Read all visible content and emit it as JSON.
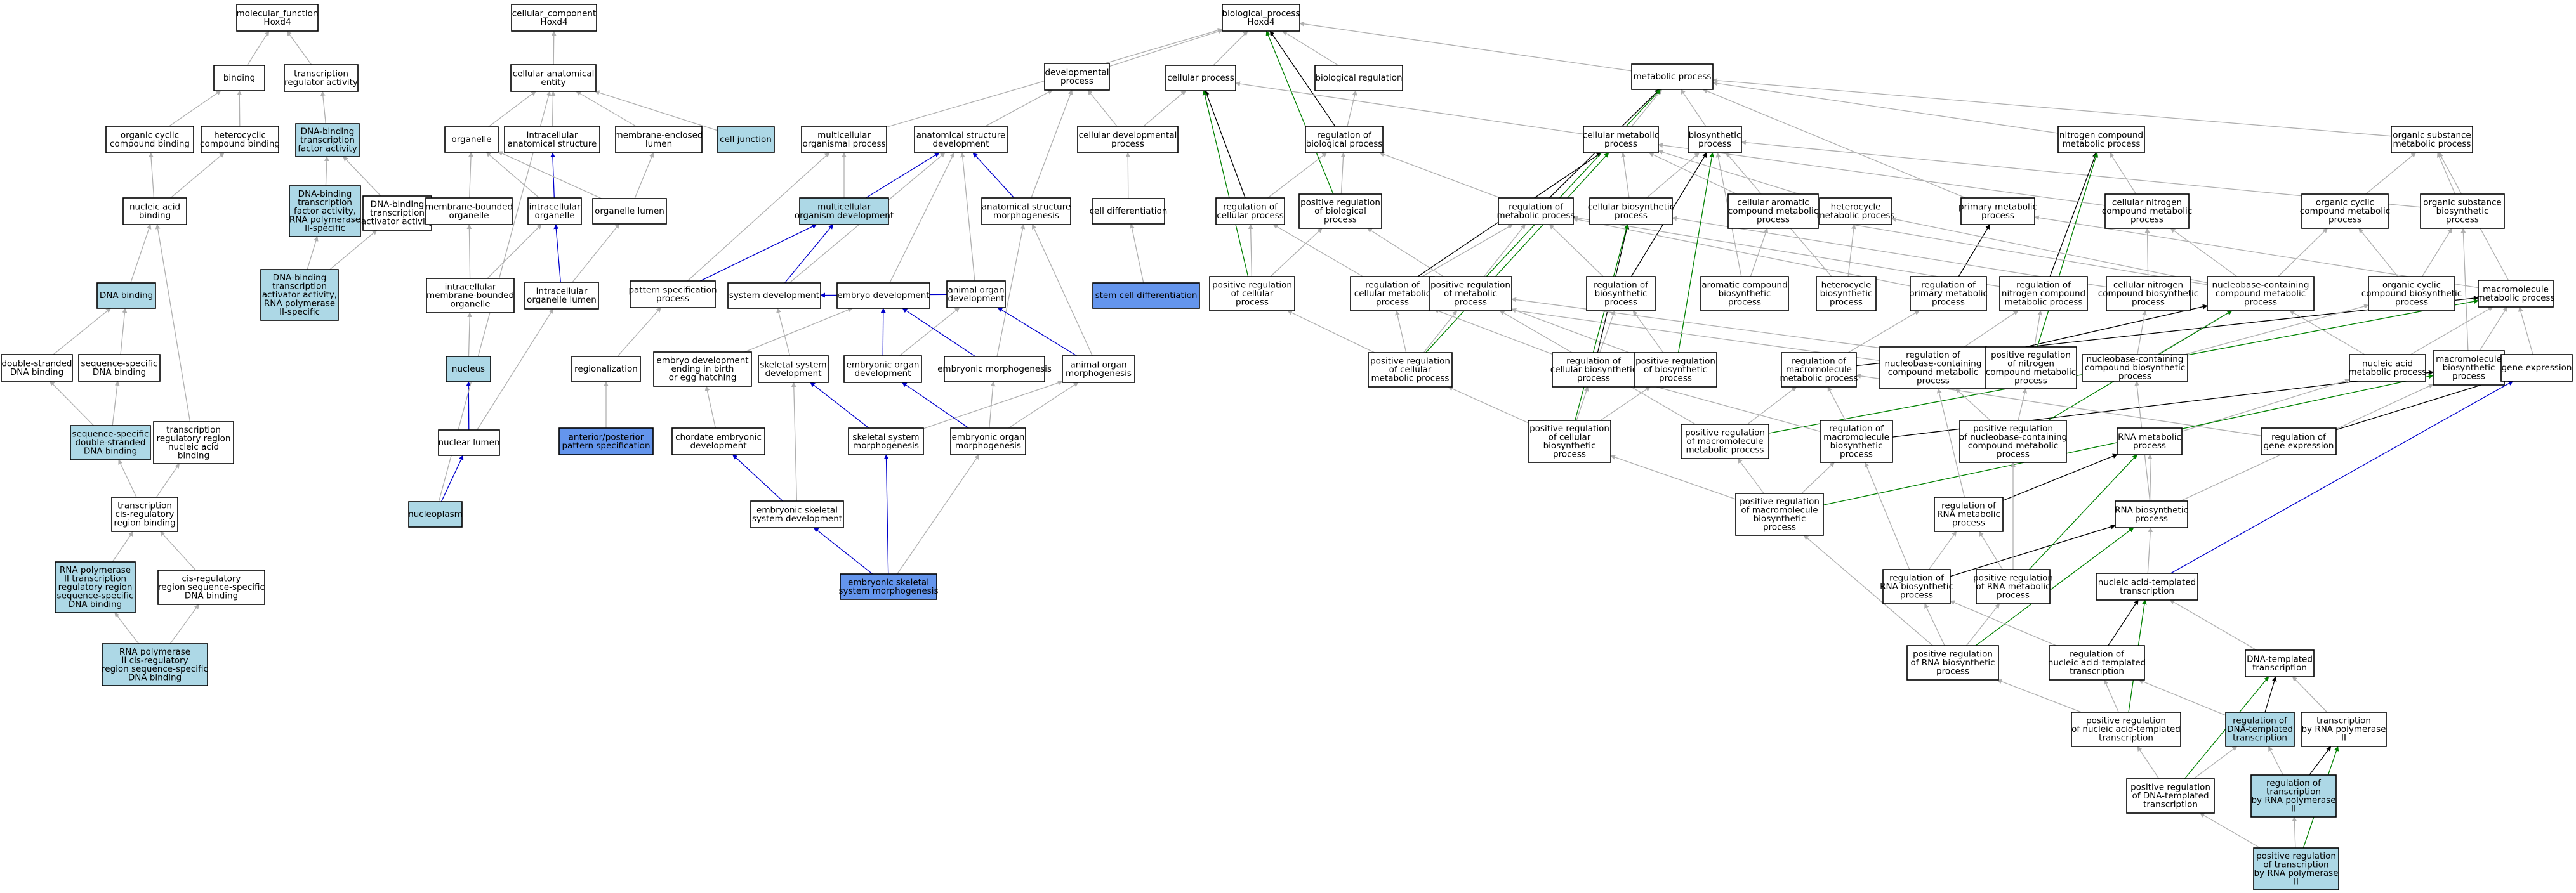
{
  "colors": {
    "default_fill": "#ffffff",
    "light_fill": "#add8e6",
    "dark_fill": "#6495ed",
    "is_a": "#b0b0b0",
    "part_of": "#0000cc",
    "regulates": "#000000",
    "positively_regulates": "#008000"
  },
  "nodes": [
    {
      "id": "n1",
      "lines": [
        "molecular_function",
        "Hoxd4"
      ],
      "fill": "default"
    },
    {
      "id": "n2",
      "lines": [
        "binding"
      ],
      "fill": "default"
    },
    {
      "id": "n3",
      "lines": [
        "transcription",
        "regulator activity"
      ],
      "fill": "default"
    },
    {
      "id": "n4",
      "lines": [
        "organic cyclic",
        "compound binding"
      ],
      "fill": "default"
    },
    {
      "id": "n5",
      "lines": [
        "heterocyclic",
        "compound binding"
      ],
      "fill": "default"
    },
    {
      "id": "n6",
      "lines": [
        "DNA-binding",
        "transcription",
        "factor activity"
      ],
      "fill": "light"
    },
    {
      "id": "n7",
      "lines": [
        "nucleic acid",
        "binding"
      ],
      "fill": "default"
    },
    {
      "id": "n8",
      "lines": [
        "DNA-binding",
        "transcription",
        "factor activity,",
        "RNA polymerase",
        "II-specific"
      ],
      "fill": "light"
    },
    {
      "id": "n9",
      "lines": [
        "DNA-binding",
        "transcription",
        "activator activity"
      ],
      "fill": "default"
    },
    {
      "id": "n10",
      "lines": [
        "DNA-binding",
        "transcription",
        "activator activity,",
        "RNA polymerase",
        "II-specific"
      ],
      "fill": "light"
    },
    {
      "id": "n11",
      "lines": [
        "DNA binding"
      ],
      "fill": "light"
    },
    {
      "id": "n12",
      "lines": [
        "double-stranded",
        "DNA binding"
      ],
      "fill": "default"
    },
    {
      "id": "n13",
      "lines": [
        "sequence-specific",
        "DNA binding"
      ],
      "fill": "default"
    },
    {
      "id": "n14",
      "lines": [
        "sequence-specific",
        "double-stranded",
        "DNA binding"
      ],
      "fill": "light"
    },
    {
      "id": "n15",
      "lines": [
        "transcription",
        "regulatory region",
        "nucleic acid",
        "binding"
      ],
      "fill": "default"
    },
    {
      "id": "n16",
      "lines": [
        "transcription",
        "cis-regulatory",
        "region binding"
      ],
      "fill": "default"
    },
    {
      "id": "n17",
      "lines": [
        "RNA polymerase",
        "II transcription",
        "regulatory region",
        "sequence-specific",
        "DNA binding"
      ],
      "fill": "light"
    },
    {
      "id": "n18",
      "lines": [
        "cis-regulatory",
        "region sequence-specific",
        "DNA binding"
      ],
      "fill": "default"
    },
    {
      "id": "n19",
      "lines": [
        "RNA polymerase",
        "II cis-regulatory",
        "region sequence-specific",
        "DNA binding"
      ],
      "fill": "light"
    },
    {
      "id": "c1",
      "lines": [
        "cellular_component",
        "Hoxd4"
      ],
      "fill": "default"
    },
    {
      "id": "c2",
      "lines": [
        "cellular anatomical",
        "entity"
      ],
      "fill": "default"
    },
    {
      "id": "c3",
      "lines": [
        "organelle"
      ],
      "fill": "default"
    },
    {
      "id": "c4",
      "lines": [
        "intracellular",
        "anatomical structure"
      ],
      "fill": "default"
    },
    {
      "id": "c5",
      "lines": [
        "membrane-enclosed",
        "lumen"
      ],
      "fill": "default"
    },
    {
      "id": "c6",
      "lines": [
        "cell junction"
      ],
      "fill": "light"
    },
    {
      "id": "c7",
      "lines": [
        "membrane-bounded",
        "organelle"
      ],
      "fill": "default"
    },
    {
      "id": "c8",
      "lines": [
        "intracellular",
        "organelle"
      ],
      "fill": "default"
    },
    {
      "id": "c9",
      "lines": [
        "organelle lumen"
      ],
      "fill": "default"
    },
    {
      "id": "c10",
      "lines": [
        "intracellular",
        "membrane-bounded",
        "organelle"
      ],
      "fill": "default"
    },
    {
      "id": "c11",
      "lines": [
        "intracellular",
        "organelle lumen"
      ],
      "fill": "default"
    },
    {
      "id": "c12",
      "lines": [
        "nucleus"
      ],
      "fill": "light"
    },
    {
      "id": "c13",
      "lines": [
        "nuclear lumen"
      ],
      "fill": "default"
    },
    {
      "id": "c14",
      "lines": [
        "nucleoplasm"
      ],
      "fill": "light"
    },
    {
      "id": "b1",
      "lines": [
        "biological_process",
        "Hoxd4"
      ],
      "fill": "default"
    },
    {
      "id": "b2",
      "lines": [
        "developmental",
        "process"
      ],
      "fill": "default"
    },
    {
      "id": "b3",
      "lines": [
        "cellular process"
      ],
      "fill": "default"
    },
    {
      "id": "b4",
      "lines": [
        "biological regulation"
      ],
      "fill": "default"
    },
    {
      "id": "b5",
      "lines": [
        "metabolic process"
      ],
      "fill": "default"
    },
    {
      "id": "b6",
      "lines": [
        "multicellular",
        "organismal process"
      ],
      "fill": "default"
    },
    {
      "id": "b7",
      "lines": [
        "anatomical structure",
        "development"
      ],
      "fill": "default"
    },
    {
      "id": "b8",
      "lines": [
        "cellular developmental",
        "process"
      ],
      "fill": "default"
    },
    {
      "id": "b9",
      "lines": [
        "regulation of",
        "biological process"
      ],
      "fill": "default"
    },
    {
      "id": "b10",
      "lines": [
        "cellular metabolic",
        "process"
      ],
      "fill": "default"
    },
    {
      "id": "b11",
      "lines": [
        "biosynthetic",
        "process"
      ],
      "fill": "default"
    },
    {
      "id": "b12",
      "lines": [
        "nitrogen compound",
        "metabolic process"
      ],
      "fill": "default"
    },
    {
      "id": "b13",
      "lines": [
        "organic substance",
        "metabolic process"
      ],
      "fill": "default"
    },
    {
      "id": "b14",
      "lines": [
        "multicellular",
        "organism development"
      ],
      "fill": "light"
    },
    {
      "id": "b15",
      "lines": [
        "anatomical structure",
        "morphogenesis"
      ],
      "fill": "default"
    },
    {
      "id": "b16",
      "lines": [
        "cell differentiation"
      ],
      "fill": "default"
    },
    {
      "id": "b17",
      "lines": [
        "regulation of",
        "cellular process"
      ],
      "fill": "default"
    },
    {
      "id": "b18",
      "lines": [
        "positive regulation",
        "of biological",
        "process"
      ],
      "fill": "default"
    },
    {
      "id": "b19",
      "lines": [
        "regulation of",
        "metabolic process"
      ],
      "fill": "default"
    },
    {
      "id": "b20",
      "lines": [
        "cellular biosynthetic",
        "process"
      ],
      "fill": "default"
    },
    {
      "id": "b21",
      "lines": [
        "cellular aromatic",
        "compound metabolic",
        "process"
      ],
      "fill": "default"
    },
    {
      "id": "b22",
      "lines": [
        "heterocycle",
        "metabolic process"
      ],
      "fill": "default"
    },
    {
      "id": "b23",
      "lines": [
        "primary metabolic",
        "process"
      ],
      "fill": "default"
    },
    {
      "id": "b24",
      "lines": [
        "cellular nitrogen",
        "compound metabolic",
        "process"
      ],
      "fill": "default"
    },
    {
      "id": "b25",
      "lines": [
        "organic cyclic",
        "compound metabolic",
        "process"
      ],
      "fill": "default"
    },
    {
      "id": "b26",
      "lines": [
        "organic substance",
        "biosynthetic",
        "process"
      ],
      "fill": "default"
    },
    {
      "id": "b27",
      "lines": [
        "pattern specification",
        "process"
      ],
      "fill": "default"
    },
    {
      "id": "b28",
      "lines": [
        "system development"
      ],
      "fill": "default"
    },
    {
      "id": "b29",
      "lines": [
        "embryo development"
      ],
      "fill": "default"
    },
    {
      "id": "b30",
      "lines": [
        "animal organ",
        "development"
      ],
      "fill": "default"
    },
    {
      "id": "b31",
      "lines": [
        "stem cell differentiation"
      ],
      "fill": "dark"
    },
    {
      "id": "b32",
      "lines": [
        "positive regulation",
        "of cellular",
        "process"
      ],
      "fill": "default"
    },
    {
      "id": "b33",
      "lines": [
        "regulation of",
        "cellular metabolic",
        "process"
      ],
      "fill": "default"
    },
    {
      "id": "b34",
      "lines": [
        "positive regulation",
        "of metabolic",
        "process"
      ],
      "fill": "default"
    },
    {
      "id": "b35",
      "lines": [
        "regulation of",
        "biosynthetic",
        "process"
      ],
      "fill": "default"
    },
    {
      "id": "b36",
      "lines": [
        "aromatic compound",
        "biosynthetic",
        "process"
      ],
      "fill": "default"
    },
    {
      "id": "b37",
      "lines": [
        "heterocycle",
        "biosynthetic",
        "process"
      ],
      "fill": "default"
    },
    {
      "id": "b38",
      "lines": [
        "regulation of",
        "primary metabolic",
        "process"
      ],
      "fill": "default"
    },
    {
      "id": "b39",
      "lines": [
        "regulation of",
        "nitrogen compound",
        "metabolic process"
      ],
      "fill": "default"
    },
    {
      "id": "b40",
      "lines": [
        "cellular nitrogen",
        "compound biosynthetic",
        "process"
      ],
      "fill": "default"
    },
    {
      "id": "b41",
      "lines": [
        "nucleobase-containing",
        "compound metabolic",
        "process"
      ],
      "fill": "default"
    },
    {
      "id": "b42",
      "lines": [
        "organic cyclic",
        "compound biosynthetic",
        "process"
      ],
      "fill": "default"
    },
    {
      "id": "b43",
      "lines": [
        "macromolecule",
        "metabolic process"
      ],
      "fill": "default"
    },
    {
      "id": "b44",
      "lines": [
        "regionalization"
      ],
      "fill": "default"
    },
    {
      "id": "b45",
      "lines": [
        "embryo development",
        "ending in birth",
        "or egg hatching"
      ],
      "fill": "default"
    },
    {
      "id": "b46",
      "lines": [
        "skeletal system",
        "development"
      ],
      "fill": "default"
    },
    {
      "id": "b47",
      "lines": [
        "embryonic organ",
        "development"
      ],
      "fill": "default"
    },
    {
      "id": "b48",
      "lines": [
        "embryonic morphogenesis"
      ],
      "fill": "default"
    },
    {
      "id": "b49",
      "lines": [
        "animal organ",
        "morphogenesis"
      ],
      "fill": "default"
    },
    {
      "id": "b50",
      "lines": [
        "positive regulation",
        "of cellular",
        "metabolic process"
      ],
      "fill": "default"
    },
    {
      "id": "b51",
      "lines": [
        "regulation of",
        "cellular biosynthetic",
        "process"
      ],
      "fill": "default"
    },
    {
      "id": "b52",
      "lines": [
        "positive regulation",
        "of biosynthetic",
        "process"
      ],
      "fill": "default"
    },
    {
      "id": "b53",
      "lines": [
        "regulation of",
        "macromolecule",
        "metabolic process"
      ],
      "fill": "default"
    },
    {
      "id": "b54",
      "lines": [
        "regulation of",
        "nucleobase-containing",
        "compound metabolic",
        "process"
      ],
      "fill": "default"
    },
    {
      "id": "b55",
      "lines": [
        "positive regulation",
        "of nitrogen",
        "compound metabolic",
        "process"
      ],
      "fill": "default"
    },
    {
      "id": "b56",
      "lines": [
        "nucleobase-containing",
        "compound biosynthetic",
        "process"
      ],
      "fill": "default"
    },
    {
      "id": "b57",
      "lines": [
        "nucleic acid",
        "metabolic process"
      ],
      "fill": "default"
    },
    {
      "id": "b58",
      "lines": [
        "macromolecule",
        "biosynthetic",
        "process"
      ],
      "fill": "default"
    },
    {
      "id": "b59",
      "lines": [
        "gene expression"
      ],
      "fill": "default"
    },
    {
      "id": "b60",
      "lines": [
        "anterior/posterior",
        "pattern specification"
      ],
      "fill": "dark"
    },
    {
      "id": "b61",
      "lines": [
        "chordate embryonic",
        "development"
      ],
      "fill": "default"
    },
    {
      "id": "b62",
      "lines": [
        "skeletal system",
        "morphogenesis"
      ],
      "fill": "default"
    },
    {
      "id": "b63",
      "lines": [
        "embryonic organ",
        "morphogenesis"
      ],
      "fill": "default"
    },
    {
      "id": "b64",
      "lines": [
        "positive regulation",
        "of cellular",
        "biosynthetic",
        "process"
      ],
      "fill": "default"
    },
    {
      "id": "b65",
      "lines": [
        "positive regulation",
        "of macromolecule",
        "metabolic process"
      ],
      "fill": "default"
    },
    {
      "id": "b66",
      "lines": [
        "regulation of",
        "macromolecule",
        "biosynthetic",
        "process"
      ],
      "fill": "default"
    },
    {
      "id": "b67",
      "lines": [
        "positive regulation",
        "of nucleobase-containing",
        "compound metabolic",
        "process"
      ],
      "fill": "default"
    },
    {
      "id": "b68",
      "lines": [
        "RNA metabolic",
        "process"
      ],
      "fill": "default"
    },
    {
      "id": "b69",
      "lines": [
        "regulation of",
        "gene expression"
      ],
      "fill": "default"
    },
    {
      "id": "b70",
      "lines": [
        "embryonic skeletal",
        "system development"
      ],
      "fill": "default"
    },
    {
      "id": "b71",
      "lines": [
        "positive regulation",
        "of macromolecule",
        "biosynthetic",
        "process"
      ],
      "fill": "default"
    },
    {
      "id": "b72",
      "lines": [
        "regulation of",
        "RNA metabolic",
        "process"
      ],
      "fill": "default"
    },
    {
      "id": "b73",
      "lines": [
        "RNA biosynthetic",
        "process"
      ],
      "fill": "default"
    },
    {
      "id": "b74",
      "lines": [
        "embryonic skeletal",
        "system morphogenesis"
      ],
      "fill": "dark"
    },
    {
      "id": "b75",
      "lines": [
        "regulation of",
        "RNA biosynthetic",
        "process"
      ],
      "fill": "default"
    },
    {
      "id": "b76",
      "lines": [
        "positive regulation",
        "of RNA metabolic",
        "process"
      ],
      "fill": "default"
    },
    {
      "id": "b77",
      "lines": [
        "nucleic acid-templated",
        "transcription"
      ],
      "fill": "default"
    },
    {
      "id": "b78",
      "lines": [
        "positive regulation",
        "of RNA biosynthetic",
        "process"
      ],
      "fill": "default"
    },
    {
      "id": "b79",
      "lines": [
        "regulation of",
        "nucleic acid-templated",
        "transcription"
      ],
      "fill": "default"
    },
    {
      "id": "b80",
      "lines": [
        "DNA-templated",
        "transcription"
      ],
      "fill": "default"
    },
    {
      "id": "b81",
      "lines": [
        "positive regulation",
        "of nucleic acid-templated",
        "transcription"
      ],
      "fill": "default"
    },
    {
      "id": "b82",
      "lines": [
        "regulation of",
        "DNA-templated",
        "transcription"
      ],
      "fill": "light"
    },
    {
      "id": "b83",
      "lines": [
        "transcription",
        "by RNA polymerase",
        "II"
      ],
      "fill": "default"
    },
    {
      "id": "b84",
      "lines": [
        "positive regulation",
        "of DNA-templated",
        "transcription"
      ],
      "fill": "default"
    },
    {
      "id": "b85",
      "lines": [
        "regulation of",
        "transcription",
        "by RNA polymerase",
        "II"
      ],
      "fill": "light"
    },
    {
      "id": "b86",
      "lines": [
        "positive regulation",
        "of transcription",
        "by RNA polymerase",
        "II"
      ],
      "fill": "light"
    }
  ]
}
